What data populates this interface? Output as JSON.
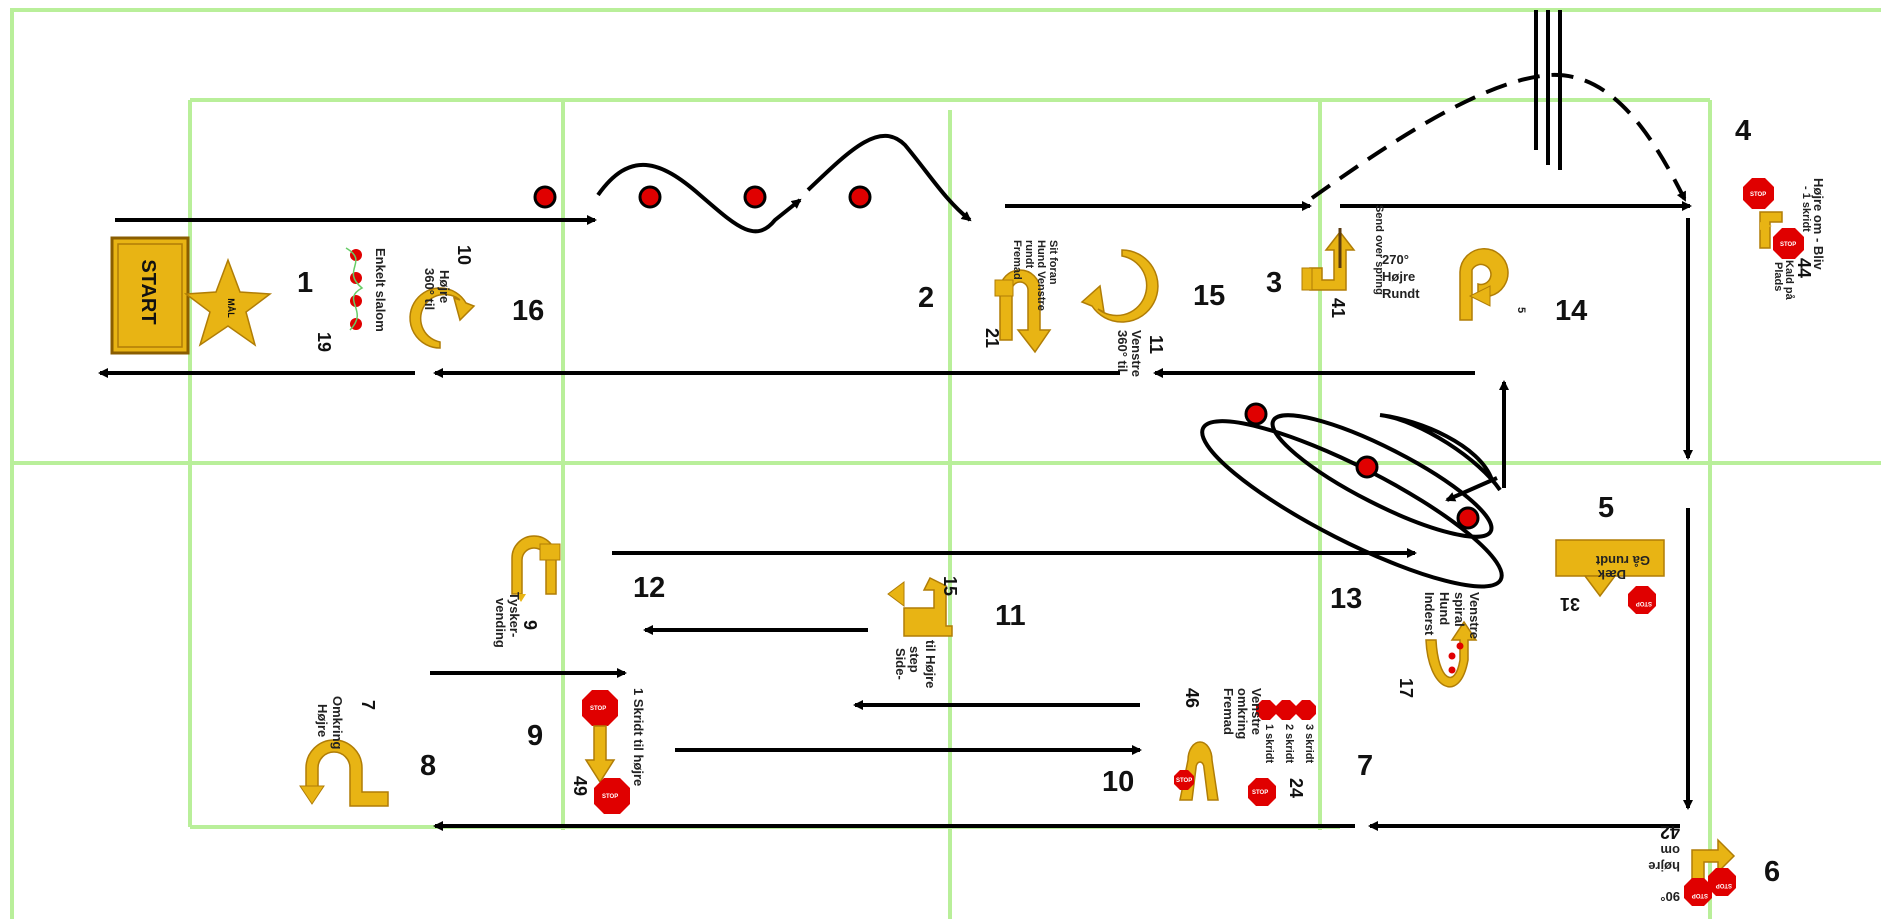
{
  "stations": [
    "1",
    "2",
    "3",
    "4",
    "5",
    "6",
    "7",
    "8",
    "9",
    "10",
    "11",
    "12",
    "13",
    "14",
    "15",
    "16"
  ],
  "signs": {
    "start": {
      "label": "START"
    },
    "finish": {
      "label": "MÅL"
    },
    "s1": {
      "num": "10",
      "l1": "360° til",
      "l2": "Højre"
    },
    "s1b": {
      "num": "19",
      "l1": "Enkelt slalom"
    },
    "s2": {
      "num": "21",
      "l1": "Sit foran",
      "l2": "Hund Venstre",
      "l3": "rundt",
      "l4": "Fremad"
    },
    "s15": {
      "num": "11",
      "l1": "360° til",
      "l2": "Venstre"
    },
    "s3": {
      "num": "41",
      "l1": "Send over spring"
    },
    "s14": {
      "num": "5",
      "l1": "270°",
      "l2": "Højre",
      "l3": "Rundt"
    },
    "s4": {
      "num": "44",
      "l1": "Højre om - Bliv",
      "l2": "- 1 skridt",
      "l3": "Kald på",
      "l4": "Plads"
    },
    "s5": {
      "num": "31",
      "l1": "Gå rundt",
      "l2": "Dæk"
    },
    "s6": {
      "num": "42",
      "l1": "90°",
      "l2": "højre",
      "l3": "om"
    },
    "s13": {
      "num": "17",
      "l1": "Venstre",
      "l2": "spiral",
      "l3": "Hund",
      "l4": "Inderst"
    },
    "s7": {
      "num": "46",
      "num2": "24",
      "l1": "Venstre",
      "l2": "omkring",
      "l3": "Fremad",
      "k1": "1 skridt",
      "k2": "2 skridt",
      "k3": "3 skridt"
    },
    "s11": {
      "num": "15",
      "l1": "Side-",
      "l2": "step",
      "l3": "til Højre"
    },
    "s12": {
      "num": "9",
      "l1": "Tysker-",
      "l2": "vending"
    },
    "s9": {
      "num": "49",
      "l1": "1 Skridt til højre"
    },
    "s8": {
      "num": "7",
      "l1": "Højre",
      "l2": "Omkring"
    },
    "stop": "STOP"
  }
}
